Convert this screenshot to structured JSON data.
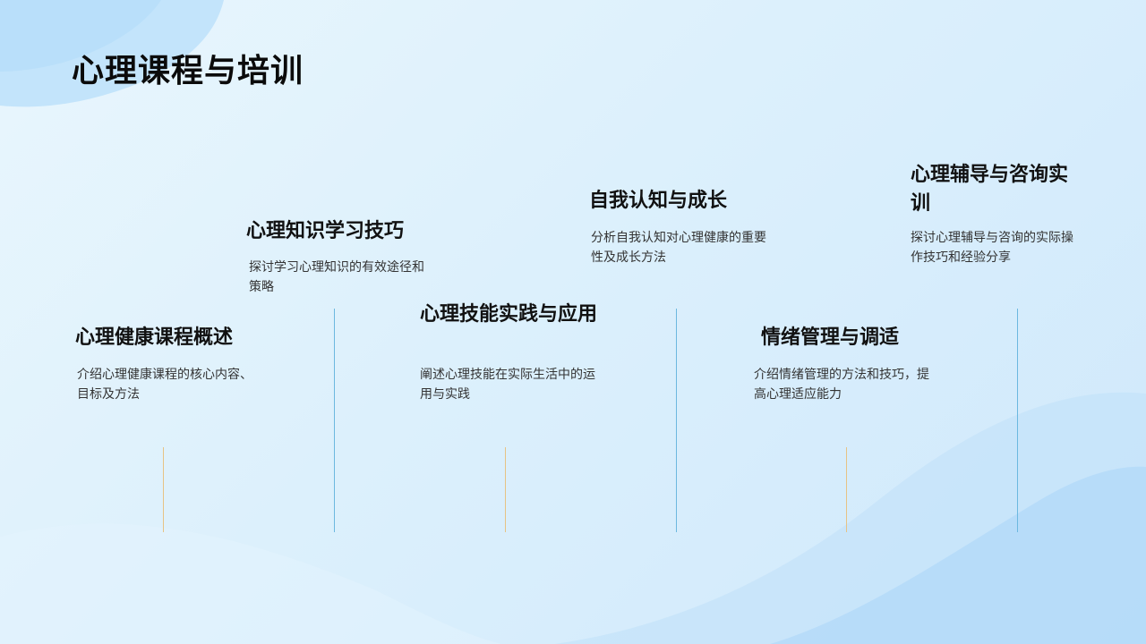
{
  "title": "心理课程与培训",
  "items": [
    {
      "title": "心理健康课程概述",
      "desc": "介绍心理健康课程的核心内容、目标及方法"
    },
    {
      "title": "心理知识学习技巧",
      "desc": "探讨学习心理知识的有效途径和策略"
    },
    {
      "title": "心理技能实践与应用",
      "desc": "阐述心理技能在实际生活中的运用与实践"
    },
    {
      "title": "自我认知与成长",
      "desc": "分析自我认知对心理健康的重要性及成长方法"
    },
    {
      "title": "情绪管理与调适",
      "desc": "介绍情绪管理的方法和技巧，提高心理适应能力"
    },
    {
      "title": "心理辅导与咨询实训",
      "desc": "探讨心理辅导与咨询的实际操作技巧和经验分享"
    }
  ],
  "colors": {
    "tall_line": "#6cb8e0",
    "short_line": "#e7c385"
  }
}
